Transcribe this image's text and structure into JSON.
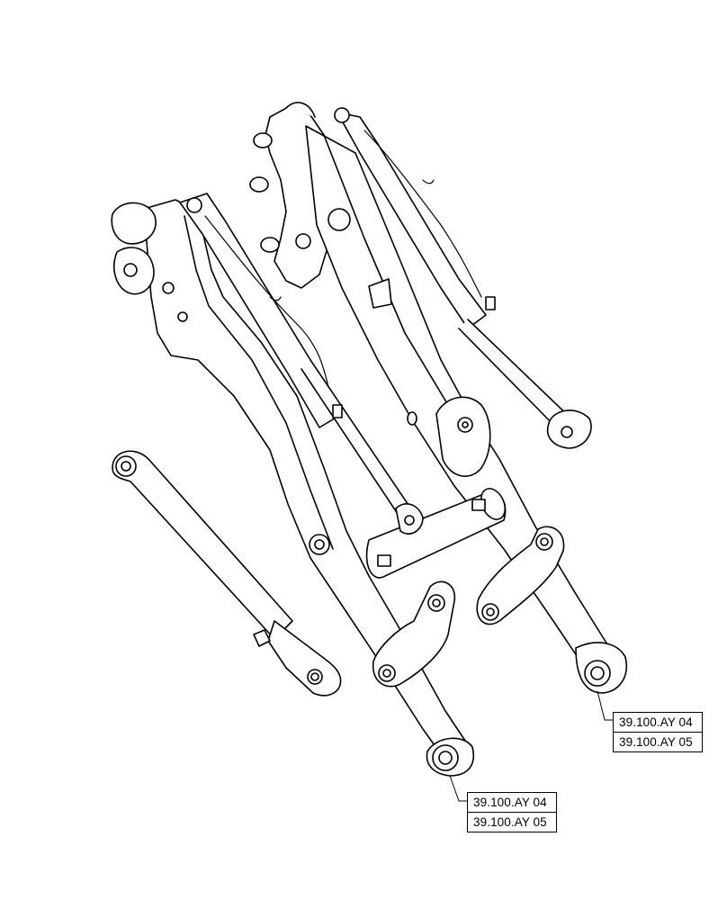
{
  "callouts": {
    "right": {
      "line1": "39.100.AY 04",
      "line2": "39.100.AY 05"
    },
    "bottom": {
      "line1": "39.100.AY 04",
      "line2": "39.100.AY 05"
    }
  }
}
